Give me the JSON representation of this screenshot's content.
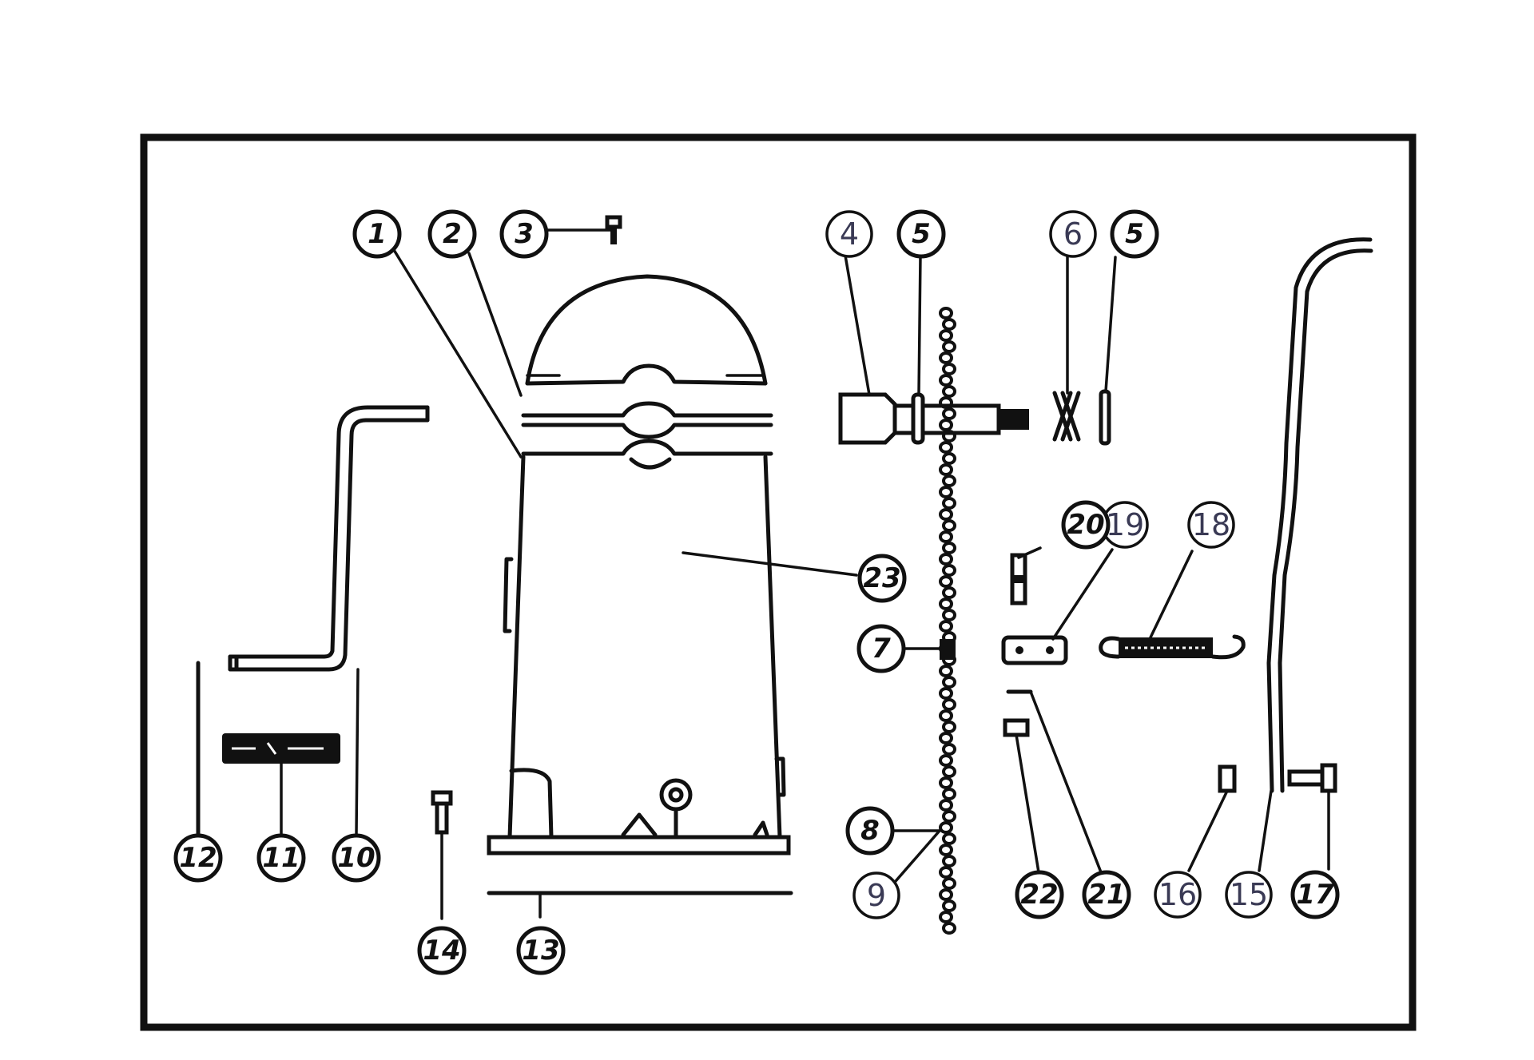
{
  "callouts": [
    {
      "id": "c1",
      "label": "1",
      "style": "bold"
    },
    {
      "id": "c2",
      "label": "2",
      "style": "bold"
    },
    {
      "id": "c3",
      "label": "3",
      "style": "bold"
    },
    {
      "id": "c4",
      "label": "4",
      "style": "light"
    },
    {
      "id": "c5a",
      "label": "5",
      "style": "bold"
    },
    {
      "id": "c6",
      "label": "6",
      "style": "light"
    },
    {
      "id": "c5b",
      "label": "5",
      "style": "bold"
    },
    {
      "id": "c7",
      "label": "7",
      "style": "bold"
    },
    {
      "id": "c8",
      "label": "8",
      "style": "bold"
    },
    {
      "id": "c9",
      "label": "9",
      "style": "light"
    },
    {
      "id": "c10",
      "label": "10",
      "style": "bold"
    },
    {
      "id": "c11",
      "label": "11",
      "style": "bold"
    },
    {
      "id": "c12",
      "label": "12",
      "style": "bold"
    },
    {
      "id": "c13",
      "label": "13",
      "style": "bold"
    },
    {
      "id": "c14",
      "label": "14",
      "style": "bold"
    },
    {
      "id": "c15",
      "label": "15",
      "style": "light"
    },
    {
      "id": "c16",
      "label": "16",
      "style": "light"
    },
    {
      "id": "c17",
      "label": "17",
      "style": "bold"
    },
    {
      "id": "c18",
      "label": "18",
      "style": "light"
    },
    {
      "id": "c19",
      "label": "19",
      "style": "light"
    },
    {
      "id": "c20",
      "label": "20",
      "style": "bold"
    },
    {
      "id": "c21",
      "label": "21",
      "style": "bold"
    },
    {
      "id": "c22",
      "label": "22",
      "style": "bold"
    },
    {
      "id": "c23",
      "label": "23",
      "style": "bold"
    }
  ]
}
